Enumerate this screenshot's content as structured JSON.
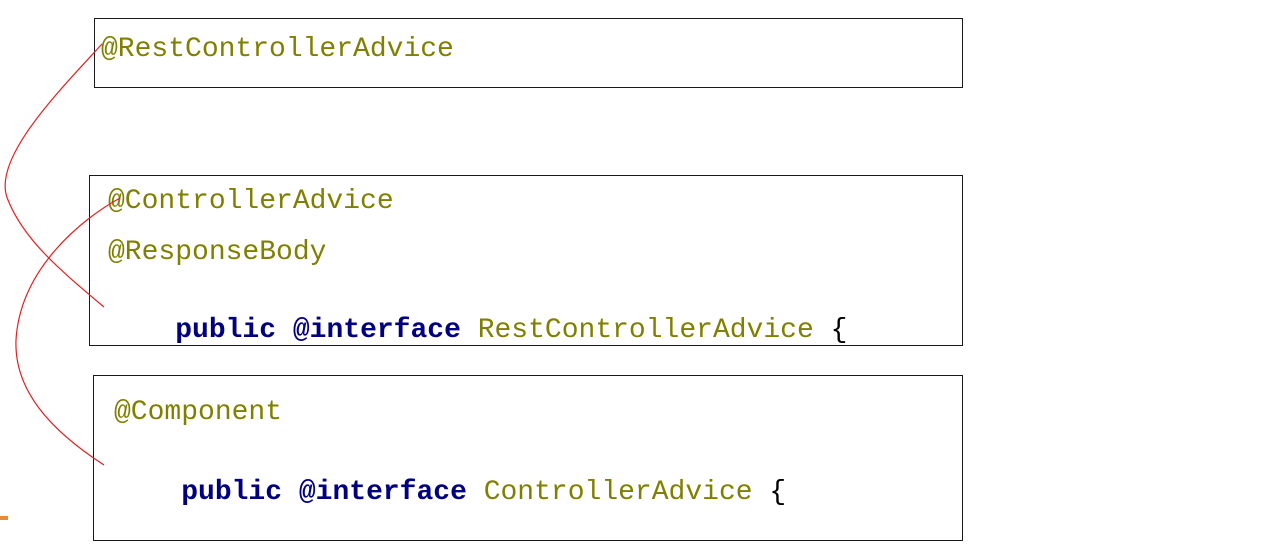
{
  "boxes": {
    "top": {
      "annotation": "@RestControllerAdvice"
    },
    "middle": {
      "line1": "@ControllerAdvice",
      "line2": "@ResponseBody",
      "line3_keyword": "public",
      "line3_annotation_kw": "@interface",
      "line3_name": "RestControllerAdvice",
      "line3_brace": "{"
    },
    "bottom": {
      "line1": "@Component",
      "line2_keyword": "public",
      "line2_annotation_kw": "@interface",
      "line2_name": "ControllerAdvice",
      "line2_brace": "{"
    }
  },
  "colors": {
    "annotation": "#808000",
    "keyword": "#000080",
    "connector": "#e02020"
  }
}
